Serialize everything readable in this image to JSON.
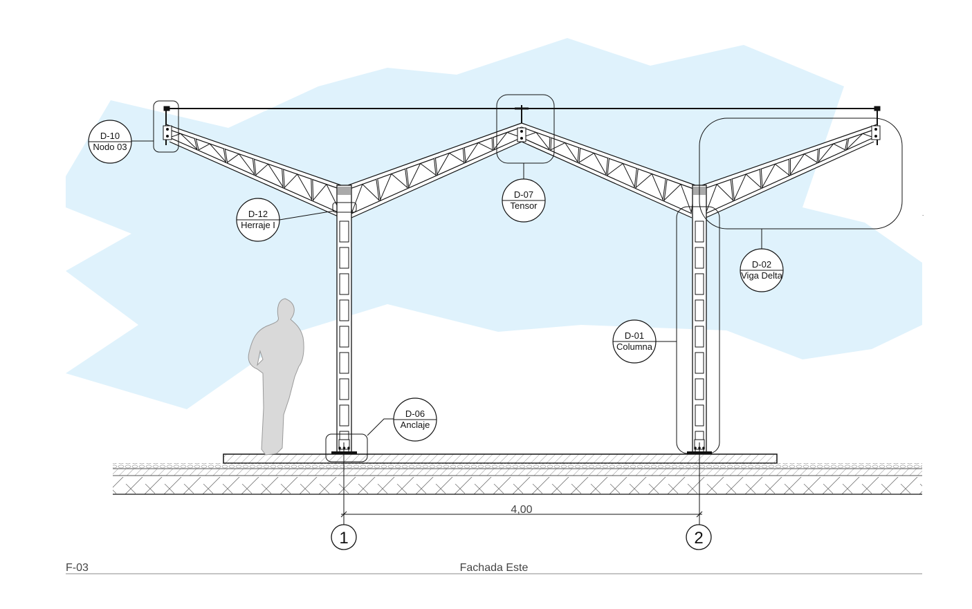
{
  "sheet": {
    "code": "F-03",
    "title": "Fachada Este"
  },
  "dimension": {
    "value": "4,00"
  },
  "grid_axes": [
    "1",
    "2"
  ],
  "callouts": [
    {
      "code": "D-10",
      "name": "Nodo 03"
    },
    {
      "code": "D-12",
      "name": "Herraje I"
    },
    {
      "code": "D-07",
      "name": "Tensor"
    },
    {
      "code": "D-02",
      "name": "Viga Delta"
    },
    {
      "code": "D-01",
      "name": "Columna"
    },
    {
      "code": "D-06",
      "name": "Anclaje"
    }
  ],
  "colors": {
    "sky": "#dff2fc",
    "line": "#111111",
    "figure": "#d9d9d9",
    "hatch": "#666666"
  }
}
